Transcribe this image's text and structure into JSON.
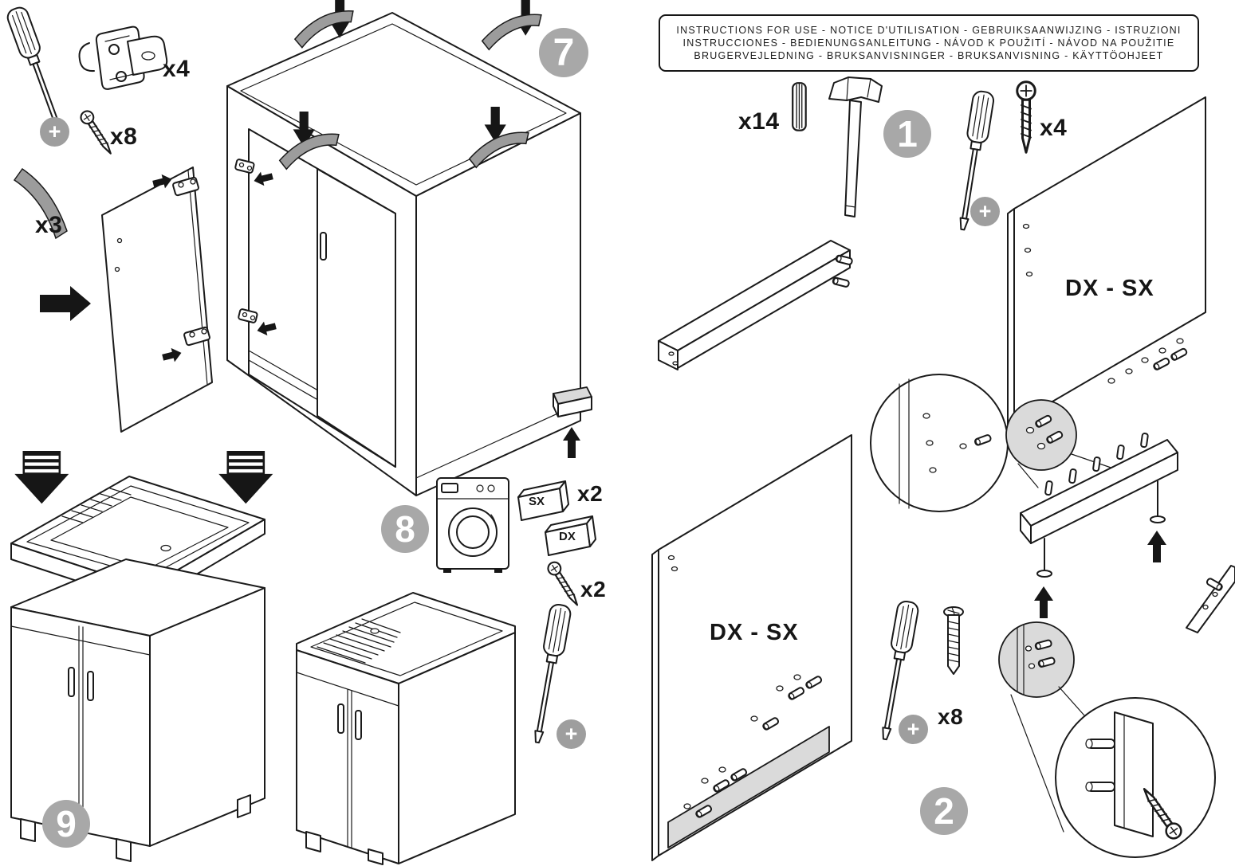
{
  "document": {
    "background": "#ffffff",
    "line_color": "#1a1a1a",
    "badge_color": "#a8a8a8",
    "ribbon_color": "#9c9c9c"
  },
  "instructions_box": {
    "lines": [
      "INSTRUCTIONS FOR USE -  NOTICE D'UTILISATION - GEBRUIKSAANWIJZING - ISTRUZIONI",
      "INSTRUCCIONES - BEDIENUNGSANLEITUNG - NÁVOD K POUŽITÍ - NÁVOD NA POUŽITIE",
      "BRUGERVEJLEDNING - BRUKSANVISNINGER - BRUKSANVISNING - KÄYTTÖOHJEET"
    ]
  },
  "steps": {
    "s1": {
      "number": "1",
      "dowel_qty": "x14",
      "screw_qty": "x4",
      "plus": "+",
      "panel_label": "DX - SX"
    },
    "s2": {
      "number": "2",
      "fitting_qty": "x8",
      "plus": "+",
      "panel_label": "DX - SX"
    },
    "s7": {
      "number": "7",
      "hinge_qty": "x4",
      "screw_qty": "x8",
      "strip_qty": "x3",
      "plus": "+"
    },
    "s8": {
      "number": "8",
      "spacer_qty": "x2",
      "screw_qty": "x2",
      "plus": "+",
      "spacer_sx": "SX",
      "spacer_dx": "DX"
    },
    "s9": {
      "number": "9"
    }
  },
  "icons": {
    "tools": [
      "phillips-screwdriver-icon",
      "hammer-icon"
    ],
    "hardware": [
      "wood-dowel-icon",
      "screw-icon",
      "hinge-icon",
      "edge-strip-icon",
      "spacer-icon",
      "euro-screw-icon",
      "cam-pin-icon"
    ]
  }
}
